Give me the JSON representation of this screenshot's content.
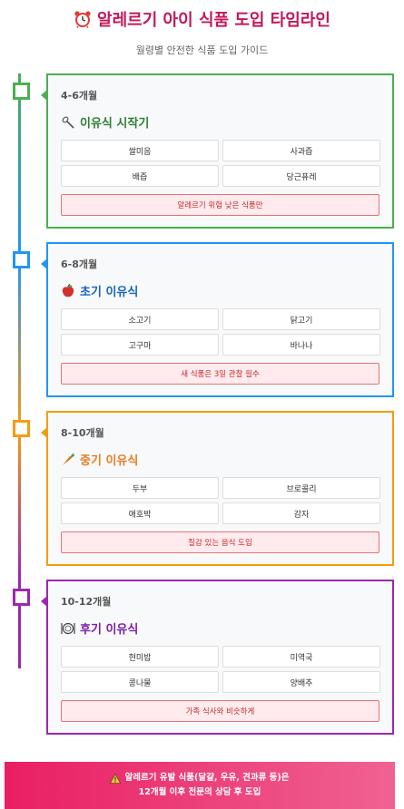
{
  "header": {
    "title": "알레르기 아이 식품 도입 타임라인",
    "subtitle": "월령별 안전한 식품 도입 가이드"
  },
  "stages": [
    {
      "age": "4-6개월",
      "stage": "이유식 시작기",
      "icon": "spoon-icon",
      "color": "#4caf50",
      "titleColor": "#2e7d32",
      "foods": [
        "쌀미음",
        "사과즙",
        "배즙",
        "당근퓨레"
      ],
      "note": "알레르기 위험 낮은 식품만"
    },
    {
      "age": "6-8개월",
      "stage": "초기 이유식",
      "icon": "apple-icon",
      "color": "#2196f3",
      "titleColor": "#1565c0",
      "foods": [
        "소고기",
        "닭고기",
        "고구마",
        "바나나"
      ],
      "note": "새 식품은 3일 관찰 필수"
    },
    {
      "age": "8-10개월",
      "stage": "중기 이유식",
      "icon": "carrot-icon",
      "color": "#f39c12",
      "titleColor": "#e67e22",
      "foods": [
        "두부",
        "브로콜리",
        "애호박",
        "감자"
      ],
      "note": "질감 있는 음식 도입"
    },
    {
      "age": "10-12개월",
      "stage": "후기 이유식",
      "icon": "plate-icon",
      "color": "#9c27b0",
      "titleColor": "#7b1fa2",
      "foods": [
        "현미밥",
        "미역국",
        "콩나물",
        "양배추"
      ],
      "note": "가족 식사와 비슷하게"
    }
  ],
  "footer": {
    "line1": "알레르기 유발 식품(달걀, 우유, 견과류 등)은",
    "line2": "12개월 이후 전문의 상담 후 도입"
  }
}
